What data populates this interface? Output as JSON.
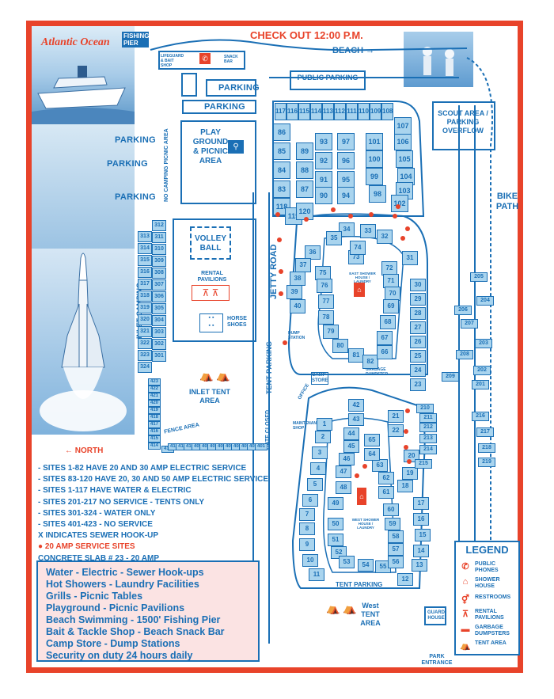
{
  "header": {
    "ocean_title": "Atlantic Ocean",
    "fishing_pier": "FISHING PIER",
    "checkout": "CHECK OUT 12:00 P.M.",
    "beach": "BEACH →"
  },
  "map_labels": {
    "public_parking": "PUBLIC PARKING",
    "parking": "PARKING",
    "scout_area": "SCOUT AREA / PARKING OVERFLOW",
    "bike_path": "BIKE PATH",
    "playground": "PLAY GROUND & PICNIC AREA",
    "no_camping": "NO CAMPING PICNIC AREA",
    "volleyball": "VOLLEY BALL",
    "rental_pavilions": "RENTAL PAVILIONS",
    "horse_shoes": "HORSE SHOES",
    "jetty_road": "JETTY ROAD",
    "inlet_camping": "INLET CAMPING",
    "inlet_tent_area": "INLET TENT AREA",
    "tent_parking": "TENT PARKING",
    "gate_closed": "GATE CLOSED",
    "fence_area": "FENCE AREA",
    "north": "← NORTH",
    "dump_station": "DUMP STATION",
    "camp_store": "CAMP STORE",
    "office": "OFFICE",
    "maintenance_shop": "MAINTENANCE SHOP",
    "east_shower": "EAST SHOWER HOUSE / LAUNDRY",
    "west_shower": "WEST SHOWER HOUSE / LAUNDRY",
    "garbage_dumpster": "GARBAGE DUMPSTER",
    "tent_parking_bottom": "TENT PARKING",
    "west_tent_area": "West TENT AREA",
    "guard_house": "GUARD HOUSE",
    "park_entrance": "PARK ENTRANCE",
    "lifeguard": "LIFEGUARD & BAIT SHOP",
    "snack_bar": "SNACK BAR"
  },
  "notes": [
    "- SITES 1-82 HAVE 20 AND 30 AMP ELECTRIC SERVICE",
    "- SITES 83-120 HAVE 20, 30 AND 50 AMP ELECTRIC SERVICE",
    "- SITES 1-117 HAVE WATER & ELECTRIC",
    "- SITES 201-217 NO SERVICE - TENTS ONLY",
    "- SITES 301-324 - WATER ONLY",
    "- SITES 401-423 - NO SERVICE",
    "X INDICATES SEWER HOOK-UP",
    "● 20 AMP SERVICE SITES",
    "CONCRETE SLAB    # 23 - 20 AMP"
  ],
  "amenities": [
    "Water - Electric - Sewer Hook-ups",
    "Hot Showers - Laundry Facilities",
    "Grills - Picnic Tables",
    "Playground - Picnic Pavilions",
    "Beach Swimming - 1500' Fishing Pier",
    "Bait & Tackle Shop - Beach Snack Bar",
    "Camp Store - Dump Stations",
    "Security on duty 24 hours daily"
  ],
  "legend": {
    "title": "LEGEND",
    "items": [
      {
        "icon": "phone-icon",
        "glyph": "✆",
        "label": "PUBLIC PHONES"
      },
      {
        "icon": "shower-icon",
        "glyph": "⌂",
        "label": "SHOWER HOUSE"
      },
      {
        "icon": "restroom-icon",
        "glyph": "⚥",
        "label": "RESTROOMS"
      },
      {
        "icon": "pavilion-icon",
        "glyph": "⊼",
        "label": "RENTAL PAVILIONS"
      },
      {
        "icon": "dumpster-icon",
        "glyph": "▬",
        "label": "GARBAGE DUMPSTERS"
      },
      {
        "icon": "tent-icon",
        "glyph": "⛺",
        "label": "TENT AREA"
      }
    ]
  },
  "site_numbers": {
    "upper_loop_top": [
      "117",
      "116",
      "115",
      "114",
      "113",
      "112",
      "111",
      "110",
      "109",
      "108"
    ],
    "upper_left": [
      "86",
      "85",
      "84",
      "83",
      "118",
      "119",
      "120"
    ],
    "upper_mid": [
      "89",
      "88",
      "87",
      "93",
      "92",
      "91",
      "90",
      "97",
      "96",
      "95",
      "94"
    ],
    "upper_right": [
      "101",
      "100",
      "99",
      "98",
      "106",
      "105",
      "104",
      "103",
      "102",
      "107"
    ],
    "mid_loop": [
      "34",
      "33",
      "32",
      "31",
      "36",
      "37",
      "38",
      "39",
      "40",
      "73",
      "74",
      "75",
      "76",
      "77",
      "78",
      "79",
      "80",
      "81",
      "82",
      "72",
      "71",
      "70",
      "69",
      "68",
      "67",
      "66",
      "35"
    ],
    "mid_right": [
      "30",
      "29",
      "28",
      "27",
      "26",
      "25",
      "24",
      "23"
    ],
    "inlet": [
      "312",
      "311",
      "310",
      "309",
      "308",
      "307",
      "306",
      "305",
      "304",
      "303",
      "302",
      "301",
      "313",
      "314",
      "315",
      "316",
      "317",
      "318",
      "319",
      "320",
      "321",
      "322",
      "323",
      "324"
    ],
    "tent_inlet": [
      "423",
      "422",
      "421",
      "420",
      "419",
      "418",
      "417",
      "416",
      "415",
      "414",
      "413",
      "412",
      "411",
      "410",
      "409",
      "408",
      "407",
      "406",
      "405",
      "404",
      "403",
      "402",
      "401"
    ],
    "lower_loop": [
      "42",
      "43",
      "44",
      "45",
      "46",
      "47",
      "48",
      "49",
      "50",
      "51",
      "52",
      "53",
      "54",
      "55",
      "56",
      "57",
      "58",
      "59",
      "60",
      "61",
      "62",
      "63",
      "64",
      "65",
      "1",
      "2",
      "3",
      "4",
      "5",
      "6",
      "7",
      "8",
      "9",
      "10",
      "11",
      "12",
      "13",
      "14",
      "15",
      "16",
      "17",
      "18",
      "19",
      "20",
      "21",
      "22"
    ],
    "tent_right": [
      "201",
      "202",
      "203",
      "204",
      "205",
      "206",
      "207",
      "208",
      "209",
      "210",
      "211",
      "212",
      "213",
      "214",
      "215",
      "216",
      "217",
      "218",
      "219"
    ]
  },
  "colors": {
    "accent_red": "#e8432a",
    "map_blue": "#1a6fb5",
    "slab_blue": "#a9d4ee"
  }
}
